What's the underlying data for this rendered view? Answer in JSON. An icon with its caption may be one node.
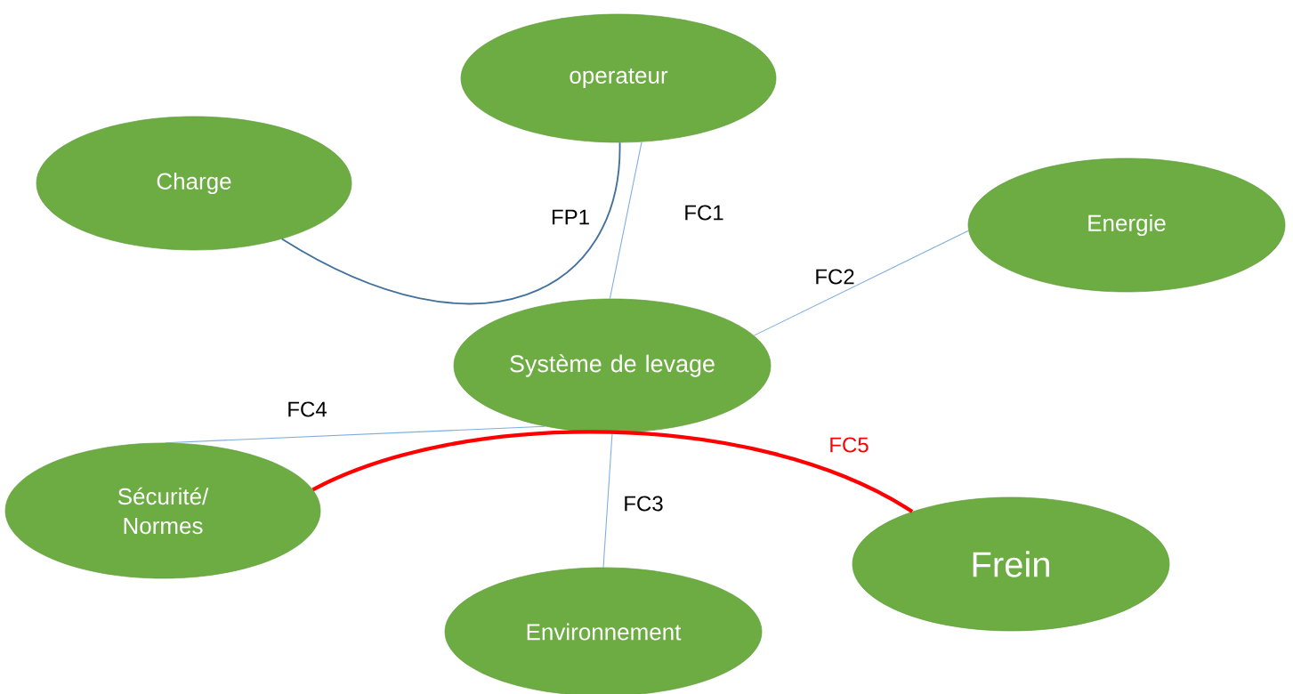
{
  "diagram": {
    "nodes": [
      {
        "text": [
          "operateur"
        ]
      },
      {
        "text": [
          "Charge"
        ]
      },
      {
        "text": [
          "Energie"
        ]
      },
      {
        "text": [
          "Système de levage"
        ]
      },
      {
        "text": [
          "Sécurité/ Normes"
        ]
      },
      {
        "text": [
          "Frein"
        ]
      },
      {
        "text": [
          "Environnement"
        ]
      }
    ],
    "edges": [
      {
        "from": 1,
        "to": 0,
        "arrow": "none",
        "label": "FP1",
        "color": "#41719c"
      },
      {
        "from": 3,
        "to": 0,
        "arrow": "none",
        "label": "FC1"
      },
      {
        "from": 3,
        "to": 2,
        "arrow": "none",
        "label": "FC2"
      },
      {
        "from": 3,
        "to": 6,
        "arrow": "none",
        "label": "FC3"
      },
      {
        "from": 3,
        "to": 4,
        "arrow": "none",
        "label": "FC4"
      },
      {
        "from": 4,
        "to": 5,
        "arrow": "none",
        "label": "FC5",
        "style": "thick",
        "color": "#ff0000"
      }
    ]
  }
}
